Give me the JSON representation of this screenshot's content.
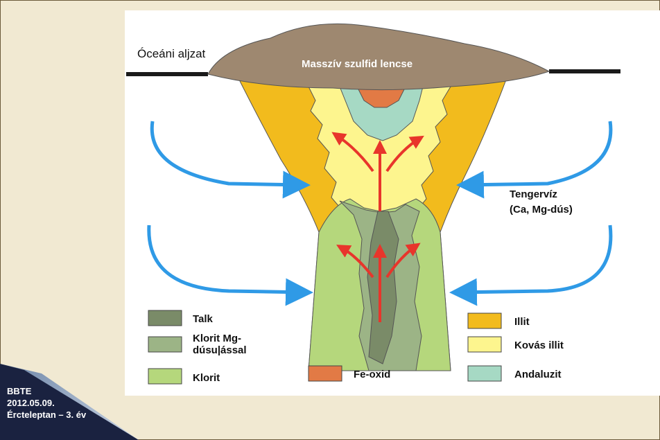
{
  "diagram": {
    "labels": {
      "ocean_floor": "Óceáni aljzat",
      "sulfide_lens": "Masszív szulfid lencse",
      "seawater_line1": "Tengervíz",
      "seawater_line2": "(Ca, Mg-dús)"
    },
    "legend": [
      {
        "id": "talk",
        "lines": [
          "Talk"
        ],
        "color": "#7a8b68"
      },
      {
        "id": "klorit-mg",
        "lines": [
          "Klorit Mg-",
          "dúsu|ással"
        ],
        "color": "#9cb486"
      },
      {
        "id": "klorit",
        "lines": [
          "Klorit"
        ],
        "color": "#b5d77c"
      },
      {
        "id": "fe-oxid",
        "lines": [
          "Fe-oxid"
        ],
        "color": "#e27a45"
      },
      {
        "id": "illit",
        "lines": [
          "Illit"
        ],
        "color": "#f2bb1d"
      },
      {
        "id": "kovas-illit",
        "lines": [
          "Kovás illit"
        ],
        "color": "#fdf58e"
      },
      {
        "id": "andaluzit",
        "lines": [
          "Andaluzit"
        ],
        "color": "#a6d9c4"
      }
    ],
    "colors": {
      "lens": "#9e8870",
      "arrow_blue": "#2f9ae6",
      "arrow_red": "#e8352b"
    }
  },
  "footer": {
    "line1": "BBTE",
    "line2": "2012.05.09.",
    "line3": "Ércteleptan – 3. év"
  }
}
